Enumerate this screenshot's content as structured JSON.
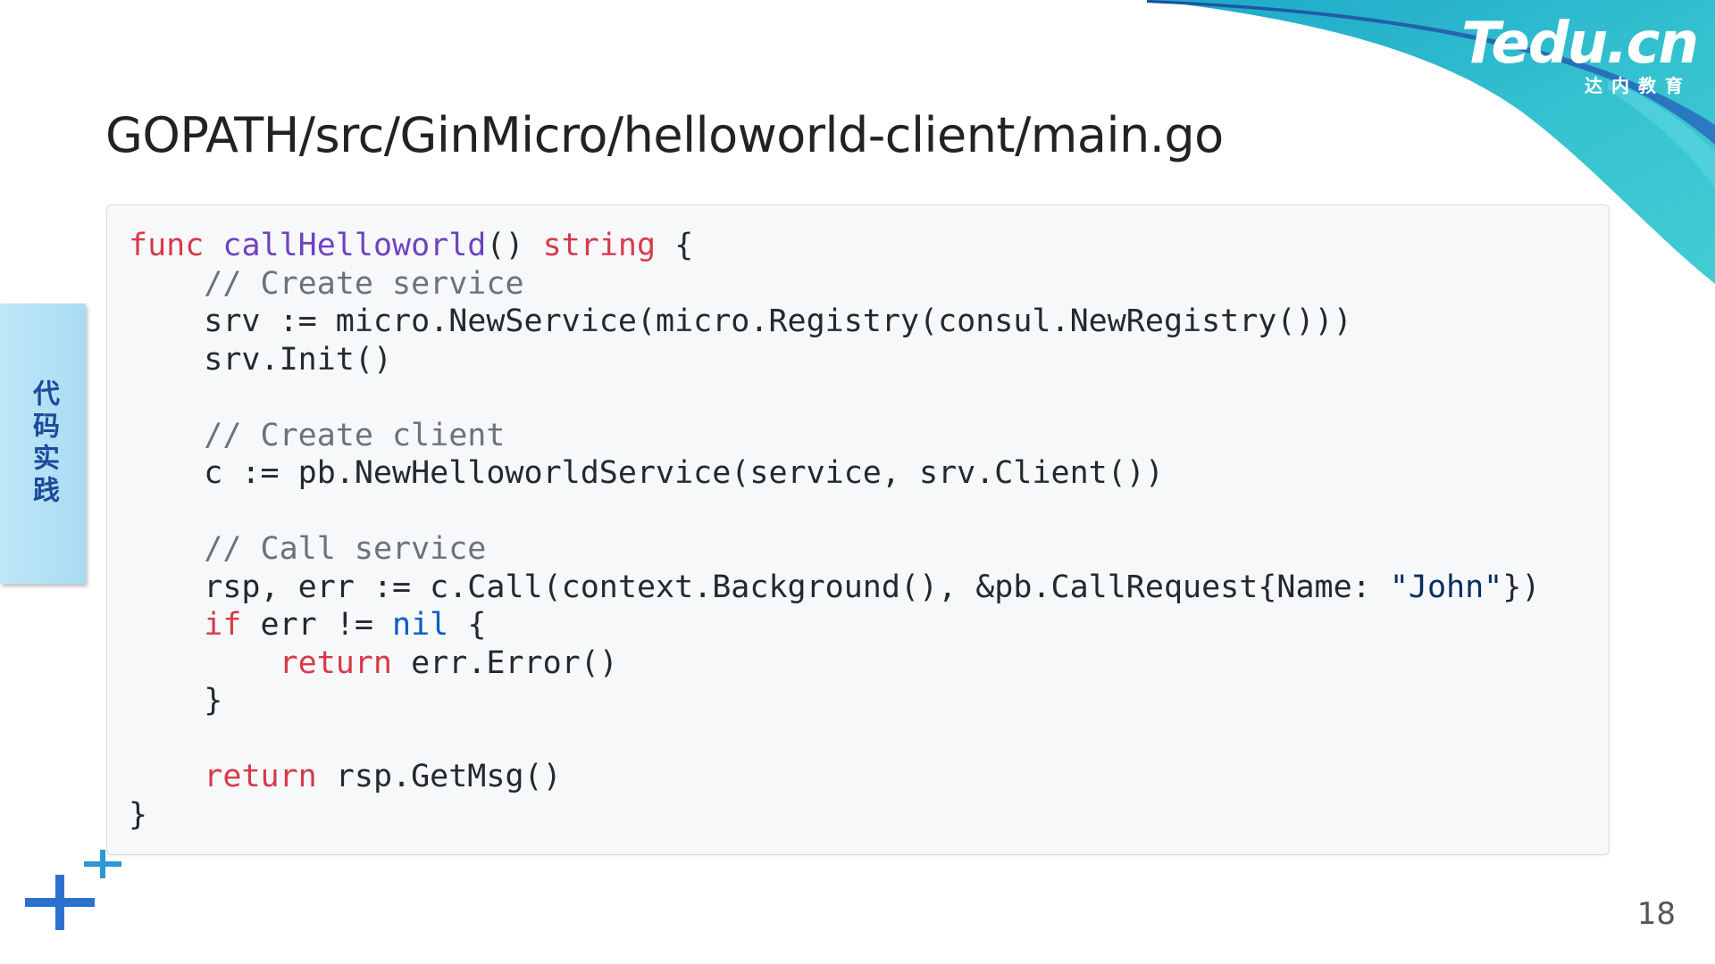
{
  "brand": {
    "logo": "Tedu.cn",
    "subtitle": "达内教育"
  },
  "slide": {
    "title": "GOPATH/src/GinMicro/helloworld-client/main.go",
    "side_tab": "代码实践",
    "page_number": "18"
  },
  "code": {
    "language": "go",
    "lines": [
      "func callHelloworld() string {",
      "    // Create service",
      "    srv := micro.NewService(micro.Registry(consul.NewRegistry()))",
      "    srv.Init()",
      "",
      "    // Create client",
      "    c := pb.NewHelloworldService(service, srv.Client())",
      "",
      "    // Call service",
      "    rsp, err := c.Call(context.Background(), &pb.CallRequest{Name: \"John\"})",
      "    if err != nil {",
      "        return err.Error()",
      "    }",
      "",
      "    return rsp.GetMsg()",
      "}"
    ]
  },
  "icons": {
    "decor": [
      "plus-icon-large",
      "plus-icon-small"
    ]
  },
  "colors": {
    "keyword": "#d73a49",
    "function": "#6f42c1",
    "comment": "#6a737d",
    "literal": "#005cc5",
    "string": "#032f62",
    "side_tab_text": "#1c4a9c",
    "plus": "#2b72cf"
  }
}
